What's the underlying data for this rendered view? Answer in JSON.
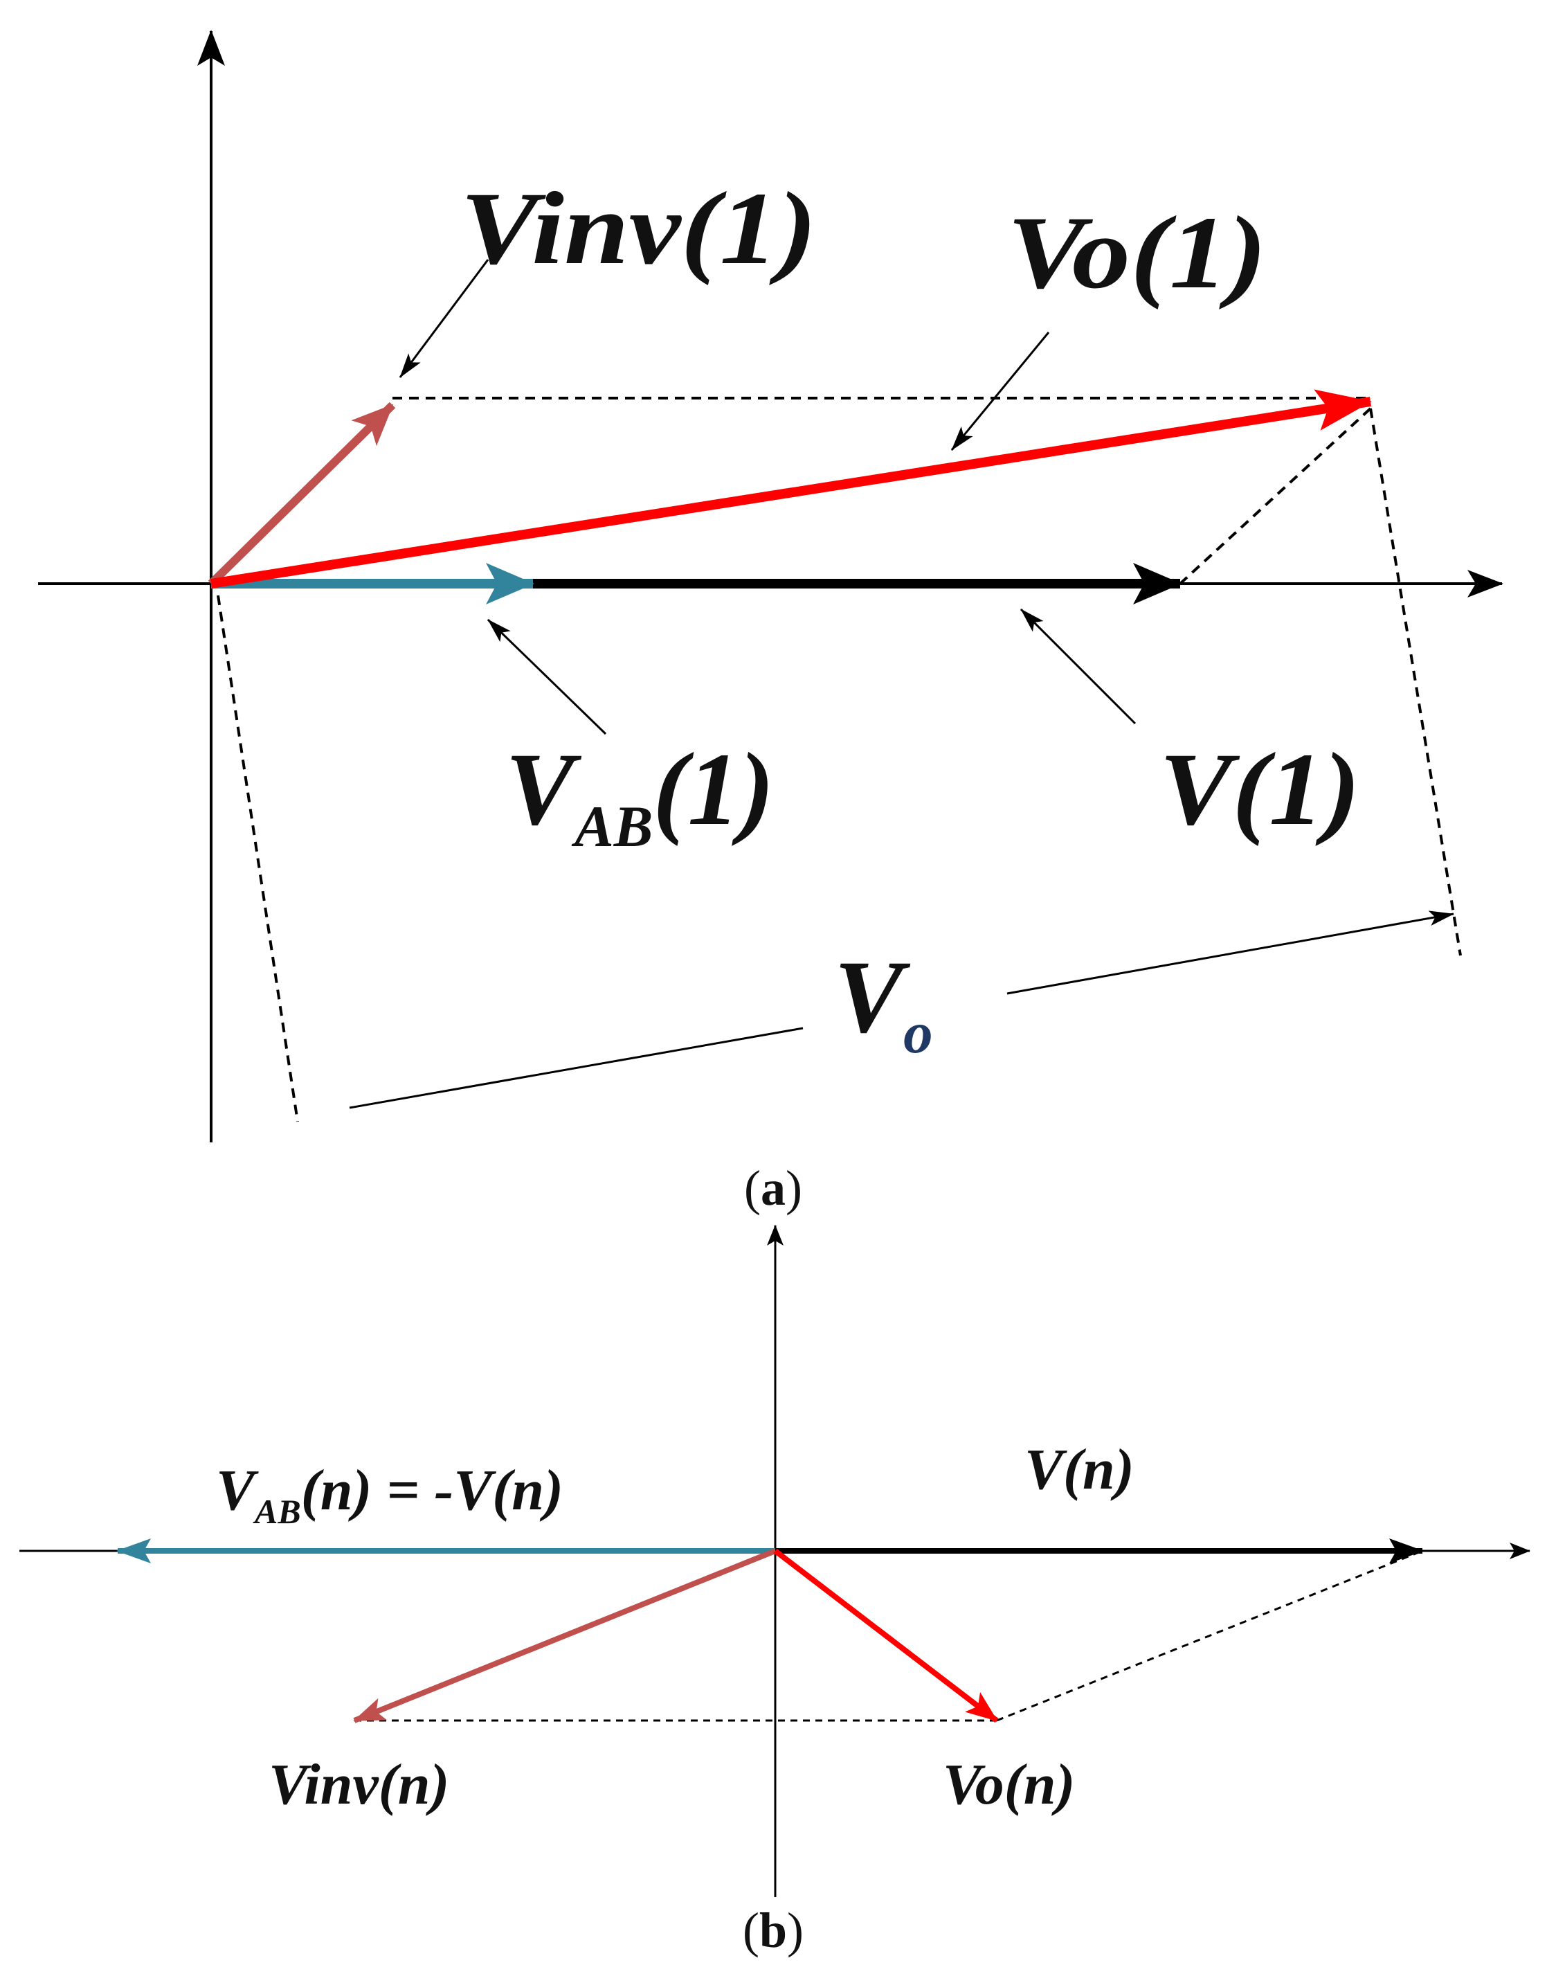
{
  "panel_a": {
    "caption_open": "(",
    "caption_letter": "a",
    "caption_close": ")",
    "labels": {
      "vinv": "Vinv(1)",
      "vo": "Vo(1)",
      "vab_main": "V",
      "vab_sub": "AB",
      "vab_tail": "(1)",
      "v": "V(1)",
      "vo_dim_main": "V",
      "vo_dim_sub": "o"
    }
  },
  "panel_b": {
    "caption_open": "(",
    "caption_letter": "b",
    "caption_close": ")",
    "labels": {
      "vab_main": "V",
      "vab_sub": "AB",
      "vab_tail": "(n) = -V(n)",
      "v": "V(n)",
      "vinv": "Vinv(n)",
      "vo": "Vo(n)"
    }
  },
  "colors": {
    "axis": "#000000",
    "vinv": "#c0504d",
    "vo": "#ff0000",
    "vab": "#31849b",
    "v": "#000000",
    "dashed": "#000000",
    "vo_dim_text": "#1f3864"
  }
}
